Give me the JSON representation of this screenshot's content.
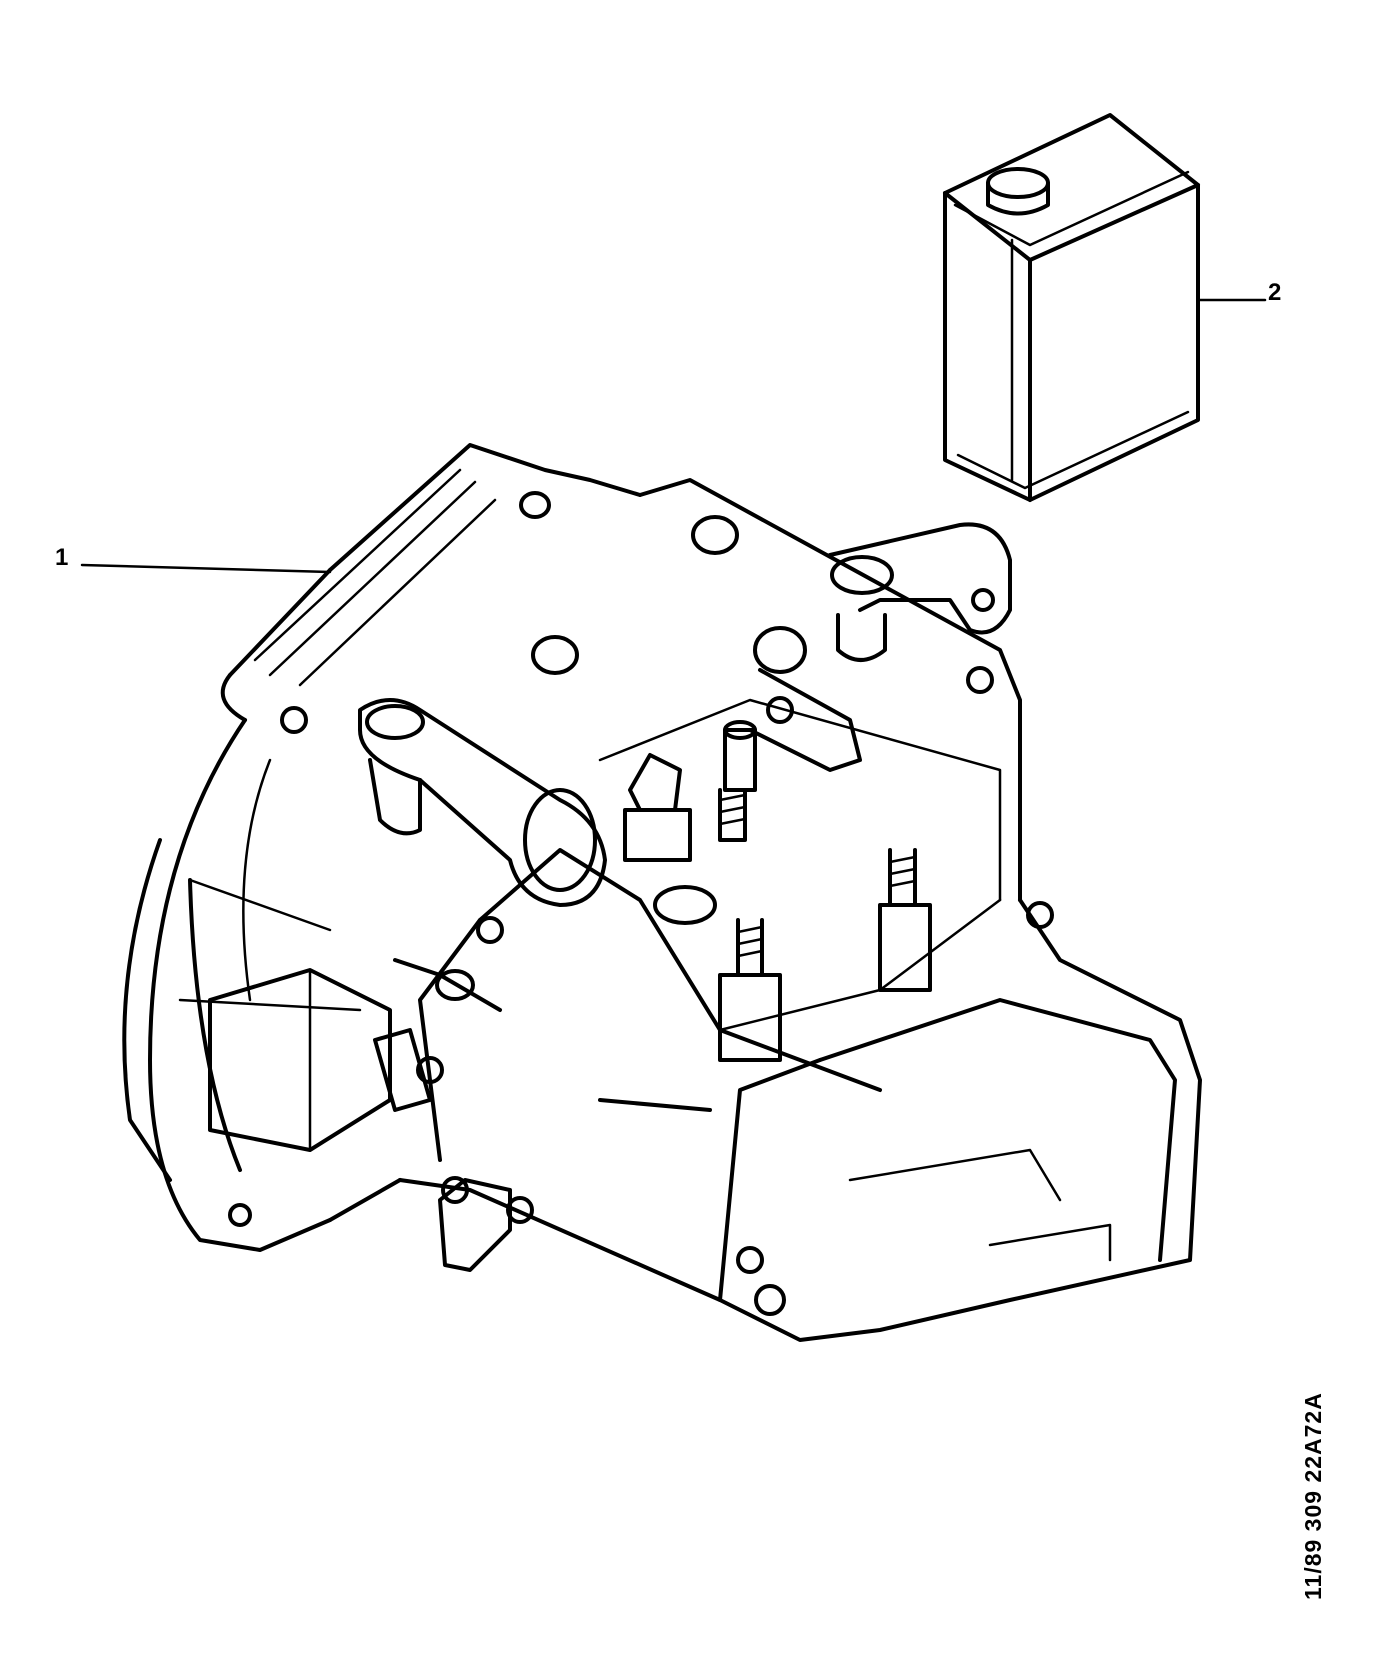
{
  "callouts": [
    {
      "id": "1",
      "label": "1"
    },
    {
      "id": "2",
      "label": "2"
    }
  ],
  "reference_code": "11/89  309  22A72A",
  "colors": {
    "line": "#000000",
    "background": "#ffffff"
  }
}
